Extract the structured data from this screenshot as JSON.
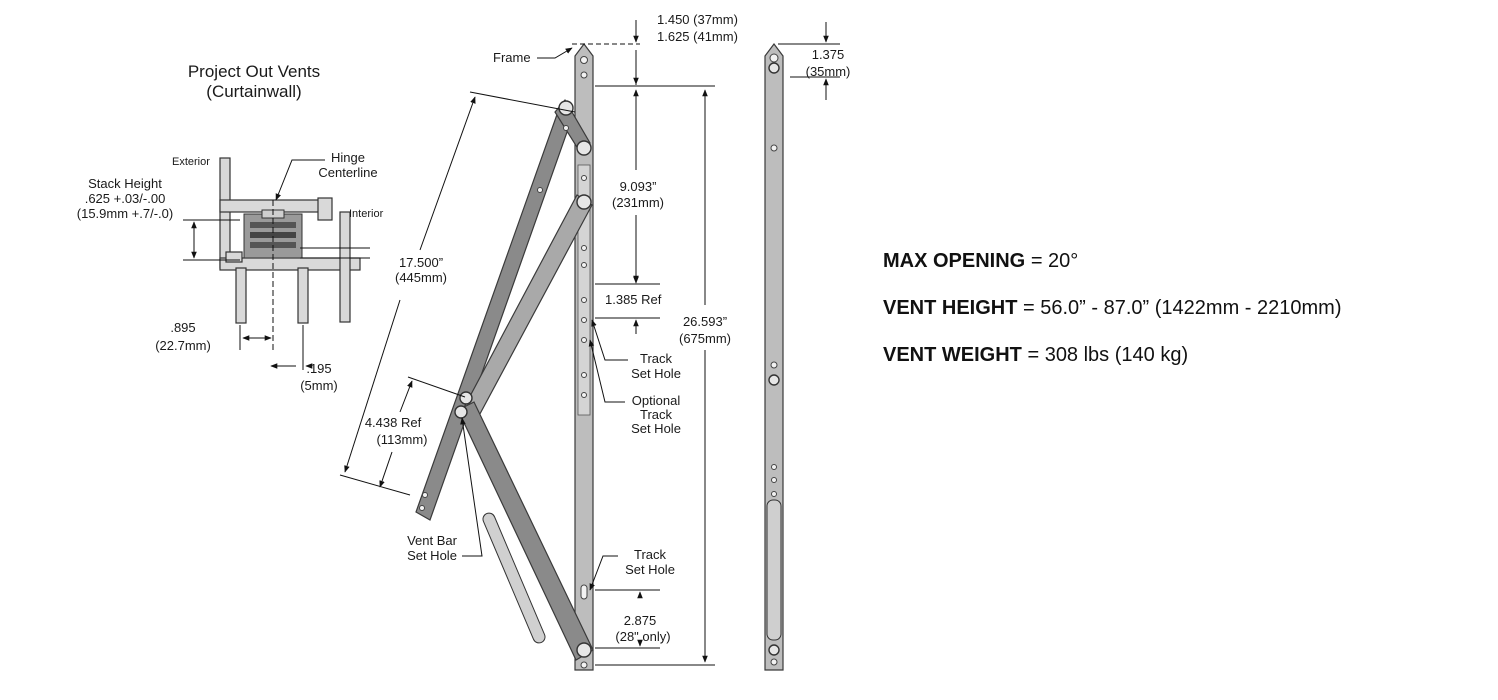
{
  "section": {
    "title_line1": "Project Out Vents",
    "title_line2": "(Curtainwall)"
  },
  "profile": {
    "exterior": "Exterior",
    "interior": "Interior",
    "hinge_line1": "Hinge",
    "hinge_line2": "Centerline",
    "stack_line1": "Stack Height",
    "stack_line2": ".625 +.03/-.00",
    "stack_line3": "(15.9mm +.7/-.0)",
    "w895_line1": ".895",
    "w895_line2": "(22.7mm)",
    "w195_line1": ".195",
    "w195_line2": "(5mm)"
  },
  "hinge_front": {
    "frame": "Frame",
    "top_line1": "1.450 (37mm)",
    "top_line2": "1.625 (41mm)",
    "d9093_line1": "9.093”",
    "d9093_line2": "(231mm)",
    "ref1385": "1.385 Ref",
    "d26593_line1": "26.593”",
    "d26593_line2": "(675mm)",
    "d17500_line1": "17.500”",
    "d17500_line2": "(445mm)",
    "ref4438_line1": "4.438 Ref",
    "ref4438_line2": "(113mm)",
    "track1_line1": "Track",
    "track1_line2": "Set Hole",
    "opt_line1": "Optional",
    "opt_line2": "Track",
    "opt_line3": "Set Hole",
    "track2_line1": "Track",
    "track2_line2": "Set Hole",
    "ventbar_line1": "Vent Bar",
    "ventbar_line2": "Set Hole",
    "d2875_line1": "2.875",
    "d2875_line2": "(28\" only)"
  },
  "hinge_side": {
    "d1375_line1": "1.375",
    "d1375_line2": "(35mm)"
  },
  "specs": [
    {
      "label": "MAX OPENING",
      "value": "= 20°"
    },
    {
      "label": "VENT HEIGHT",
      "value": "= 56.0” - 87.0” (1422mm - 2210mm)"
    },
    {
      "label": "VENT WEIGHT",
      "value": "= 308 lbs (140 kg)"
    }
  ]
}
